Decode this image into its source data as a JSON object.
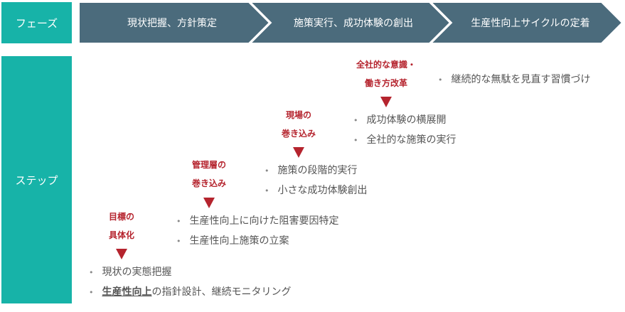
{
  "row_labels": {
    "phase": "フェーズ",
    "step": "ステップ"
  },
  "phases": [
    "現状把握、方針策定",
    "施策実行、成功体験の創出",
    "生産性向上サイクルの定着"
  ],
  "steps": [
    {
      "title_line1": "目標の",
      "title_line2": "具体化",
      "items": [
        {
          "emphasis": "",
          "text": "現状の実態把握"
        },
        {
          "emphasis": "生産性向上",
          "text": "の指針設計、継続モニタリング"
        }
      ]
    },
    {
      "title_line1": "管理層の",
      "title_line2": "巻き込み",
      "items": [
        {
          "text": "生産性向上に向けた阻害要因特定"
        },
        {
          "text": "生産性向上施策の立案"
        }
      ]
    },
    {
      "title_line1": "現場の",
      "title_line2": "巻き込み",
      "items": [
        {
          "text": "施策の段階的実行"
        },
        {
          "text": "小さな成功体験創出"
        }
      ]
    },
    {
      "title_line1": "全社的な意識・",
      "title_line2": "働き方改革",
      "items": [
        {
          "text": "成功体験の横展開"
        },
        {
          "text": "全社的な施策の実行"
        }
      ],
      "side_items": [
        {
          "text": "継続的な無駄を見直す習慣づけ"
        }
      ]
    }
  ],
  "colors": {
    "teal": "#17b3a8",
    "phase_arrow": "#4b6b7c",
    "accent_red": "#b5242e"
  }
}
